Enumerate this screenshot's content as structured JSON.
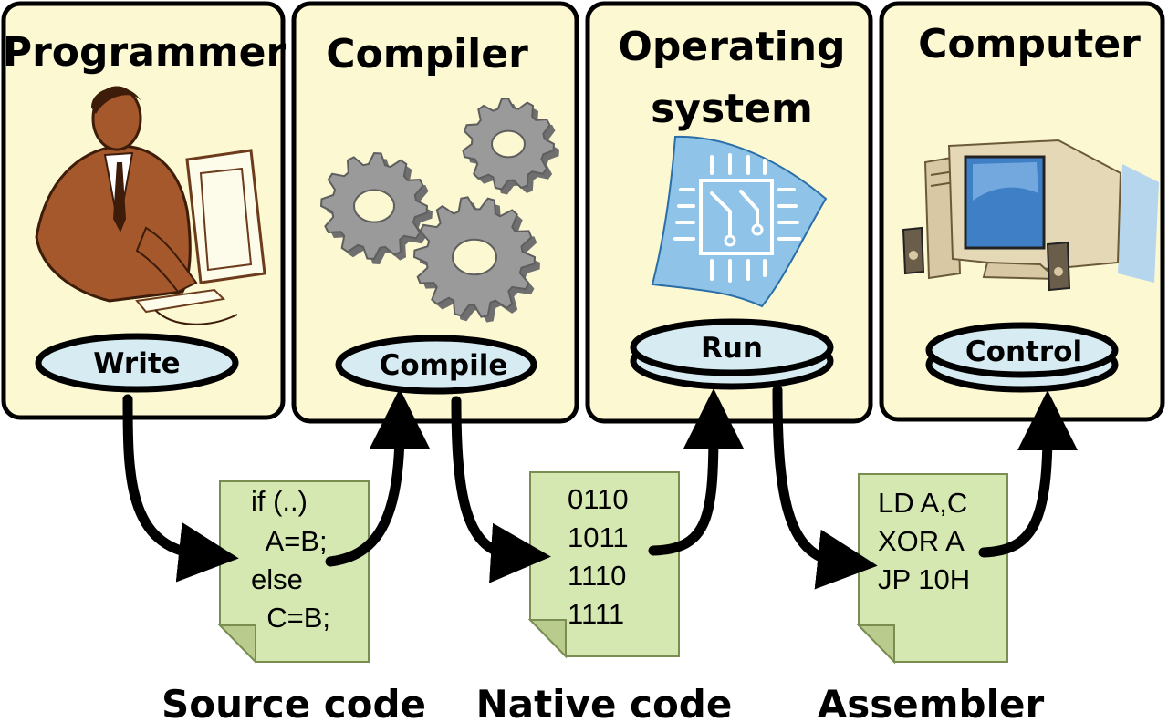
{
  "panels": [
    {
      "title_lines": [
        "Programmer"
      ],
      "action": "Write",
      "illustration": "programmer-at-computer"
    },
    {
      "title_lines": [
        "Compiler"
      ],
      "action": "Compile",
      "illustration": "gears"
    },
    {
      "title_lines": [
        "Operating",
        "system"
      ],
      "action": "Run",
      "illustration": "circuit-chip"
    },
    {
      "title_lines": [
        "Computer"
      ],
      "action": "Control",
      "illustration": "desktop-computer"
    }
  ],
  "documents": [
    {
      "lines": [
        "if (..)",
        "  A=B;",
        "else",
        "  C=B;"
      ],
      "caption": "Source code"
    },
    {
      "lines": [
        "0110",
        "1011",
        "1110",
        "1111"
      ],
      "caption": "Native code"
    },
    {
      "lines": [
        "LD A,C",
        "XOR A",
        "JP 10H"
      ],
      "caption": "Assembler"
    }
  ],
  "colors": {
    "panel_fill": "#fbf8d2",
    "pill_fill": "#d6ecf2",
    "document_fill": "#d6e8b2",
    "gear": "#9a9a9a",
    "chip_background": "#8fc3e8",
    "skin": "#a4582c",
    "monitor_screen": "#3f7fc6"
  }
}
